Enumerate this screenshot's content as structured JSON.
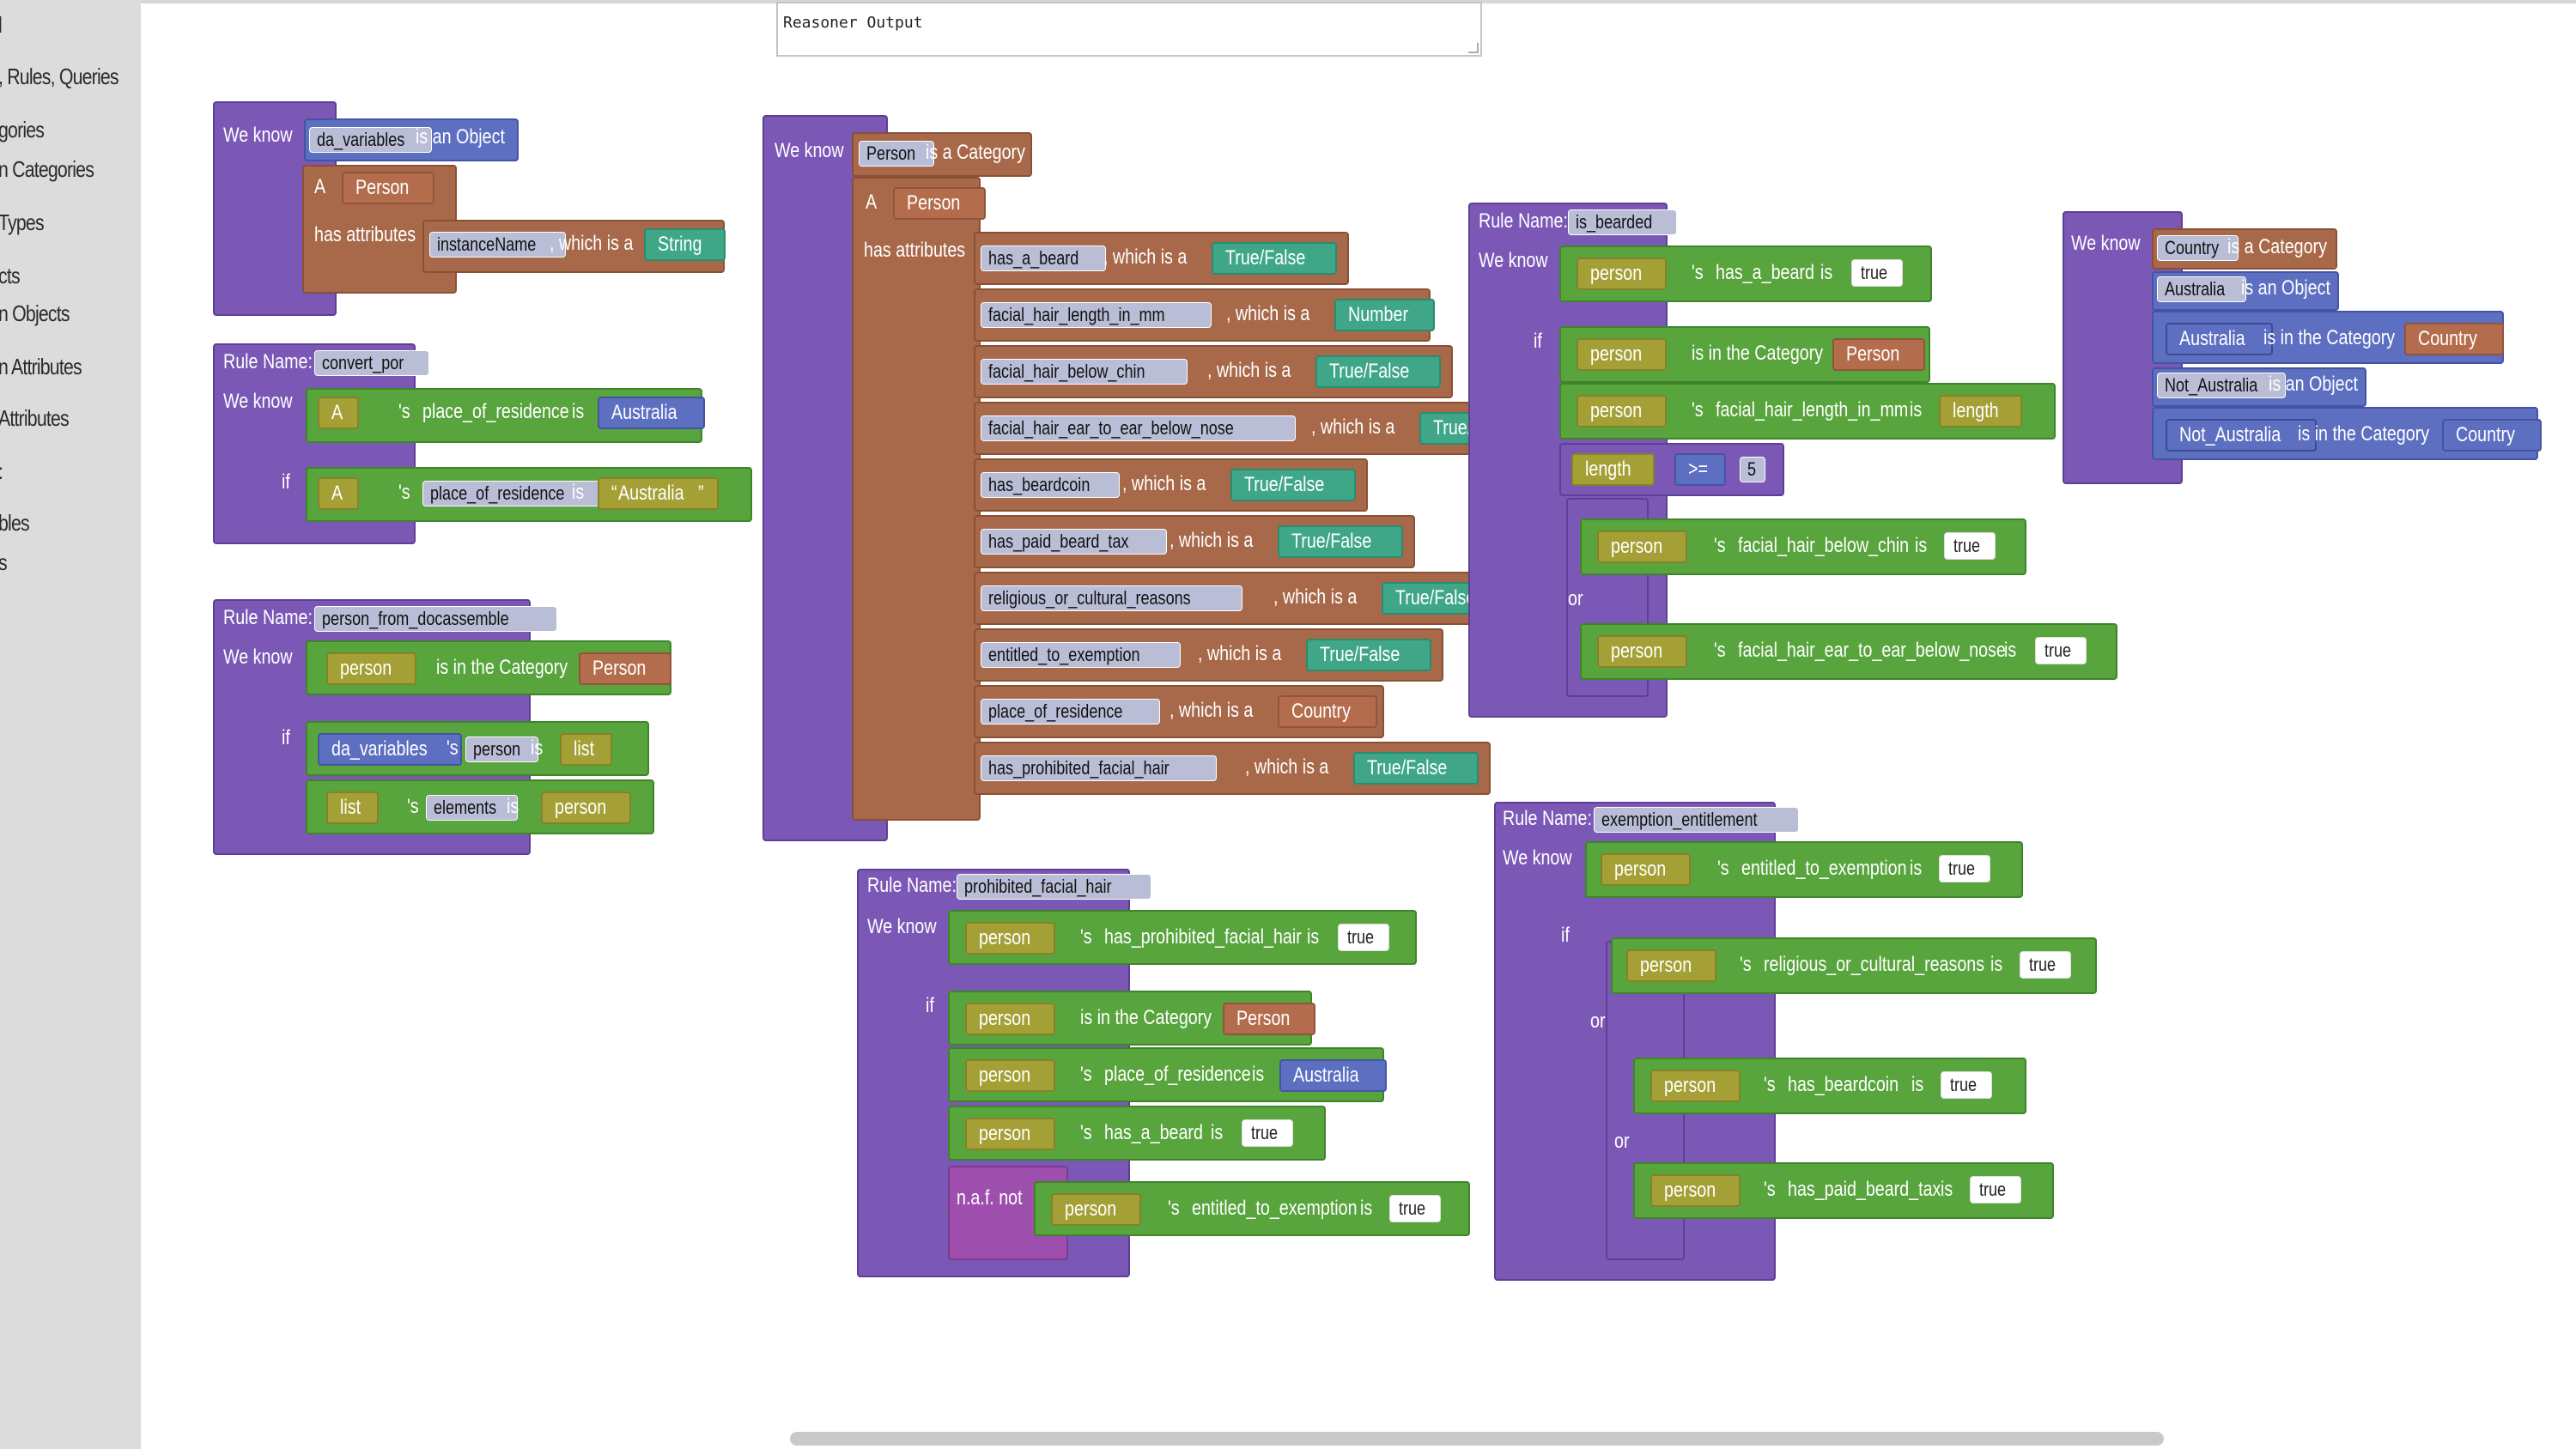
{
  "sidebar": {
    "items": [
      "l",
      ", Rules, Queries",
      "gories",
      "n Categories",
      "Types",
      "cts",
      "n Objects",
      "n Attributes",
      "Attributes",
      ":",
      "bles",
      "s"
    ]
  },
  "reasoner": {
    "label": "Reasoner Output"
  },
  "kw": {
    "we_know": "We know",
    "rule_name": "Rule Name:",
    "if": "if",
    "or": "or",
    "a": "A",
    "has_attributes": "has attributes",
    "which_is_a": ", which is a",
    "is_an_object": "is an Object",
    "is_a_category": "is a Category",
    "is_in_category": "is in the Category",
    "poss": "'s",
    "is": "is",
    "gte": ">=",
    "naf_not": "n.a.f. not"
  },
  "block_da": {
    "object": "da_variables",
    "type": "Person",
    "attr": "instanceName",
    "attr_type": "String"
  },
  "rule_convert": {
    "name": "convert_por",
    "head_var": "A",
    "head_attr": "place_of_residence",
    "head_value": "Australia",
    "cond_var": "A",
    "cond_attr": "place_of_residence",
    "cond_value": "Australia",
    "quote_open": "“",
    "quote_close": "”"
  },
  "rule_docassemble": {
    "name": "person_from_docassemble",
    "head_var": "person",
    "head_cat": "Person",
    "c1_obj": "da_variables",
    "c1_attr": "person",
    "c1_val": "list",
    "c2_var": "list",
    "c2_attr": "elements",
    "c2_val": "person"
  },
  "category_person": {
    "name": "Person",
    "a_value": "Person",
    "attributes": [
      {
        "name": "has_a_beard",
        "type": "True/False"
      },
      {
        "name": "facial_hair_length_in_mm",
        "type": "Number"
      },
      {
        "name": "facial_hair_below_chin",
        "type": "True/False"
      },
      {
        "name": "facial_hair_ear_to_ear_below_nose",
        "type": "True/False"
      },
      {
        "name": "has_beardcoin",
        "type": "True/False"
      },
      {
        "name": "has_paid_beard_tax",
        "type": "True/False"
      },
      {
        "name": "religious_or_cultural_reasons",
        "type": "True/False"
      },
      {
        "name": "entitled_to_exemption",
        "type": "True/False"
      },
      {
        "name": "place_of_residence",
        "type": "Country"
      },
      {
        "name": "has_prohibited_facial_hair",
        "type": "True/False"
      }
    ]
  },
  "rule_bearded": {
    "name": "is_bearded",
    "head_var": "person",
    "head_attr": "has_a_beard",
    "head_val": "true",
    "c1_var": "person",
    "c1_cat": "Person",
    "c2_var": "person",
    "c2_attr": "facial_hair_length_in_mm",
    "c2_val": "length",
    "c3_var": "length",
    "c3_num": "5",
    "c4_var": "person",
    "c4_attr": "facial_hair_below_chin",
    "c4_val": "true",
    "c5_var": "person",
    "c5_attr": "facial_hair_ear_to_ear_below_nose",
    "c5_val": "true"
  },
  "category_country": {
    "name": "Country",
    "obj1": "Australia",
    "obj1_var": "Australia",
    "obj1_cat": "Country",
    "obj2": "Not_Australia",
    "obj2_var": "Not_Australia",
    "obj2_cat": "Country"
  },
  "rule_prohibited": {
    "name": "prohibited_facial_hair",
    "head_var": "person",
    "head_attr": "has_prohibited_facial_hair",
    "head_val": "true",
    "c1_var": "person",
    "c1_cat": "Person",
    "c2_var": "person",
    "c2_attr": "place_of_residence",
    "c2_val": "Australia",
    "c3_var": "person",
    "c3_attr": "has_a_beard",
    "c3_val": "true",
    "c4_var": "person",
    "c4_attr": "entitled_to_exemption",
    "c4_val": "true"
  },
  "rule_exemption": {
    "name": "exemption_entitlement",
    "head_var": "person",
    "head_attr": "entitled_to_exemption",
    "head_val": "true",
    "c1_var": "person",
    "c1_attr": "religious_or_cultural_reasons",
    "c1_val": "true",
    "c2_var": "person",
    "c2_attr": "has_beardcoin",
    "c2_val": "true",
    "c3_var": "person",
    "c3_attr": "has_paid_beard_tax",
    "c3_val": "true"
  },
  "colors": {
    "purple": "#7b58b6",
    "brown": "#a8694a",
    "green": "#58a43d",
    "teal": "#3fa788",
    "blue": "#5d6fc0",
    "olive": "#a5a036"
  }
}
